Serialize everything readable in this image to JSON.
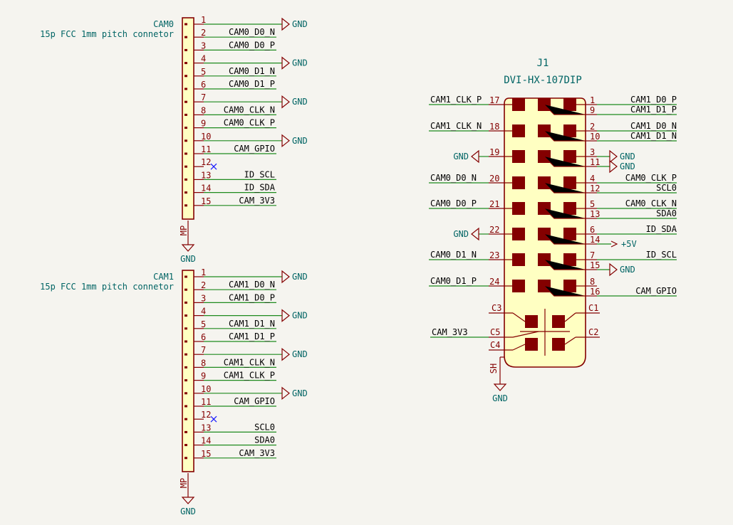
{
  "connectors": [
    {
      "ref": "CAM0",
      "value": "15p FCC 1mm pitch connetor",
      "mp_label": "MP",
      "ground_label": "GND",
      "pins": [
        {
          "num": "1",
          "net": "GND",
          "kind": "gnd"
        },
        {
          "num": "2",
          "net": "CAM0_D0_N",
          "kind": "net"
        },
        {
          "num": "3",
          "net": "CAM0_D0_P",
          "kind": "net"
        },
        {
          "num": "4",
          "net": "GND",
          "kind": "gnd"
        },
        {
          "num": "5",
          "net": "CAM0_D1_N",
          "kind": "net"
        },
        {
          "num": "6",
          "net": "CAM0_D1_P",
          "kind": "net"
        },
        {
          "num": "7",
          "net": "GND",
          "kind": "gnd"
        },
        {
          "num": "8",
          "net": "CAM0_CLK_N",
          "kind": "net"
        },
        {
          "num": "9",
          "net": "CAM0_CLK_P",
          "kind": "net"
        },
        {
          "num": "10",
          "net": "GND",
          "kind": "gnd"
        },
        {
          "num": "11",
          "net": "CAM_GPIO",
          "kind": "net"
        },
        {
          "num": "12",
          "net": "",
          "kind": "nc"
        },
        {
          "num": "13",
          "net": "ID_SCL",
          "kind": "net"
        },
        {
          "num": "14",
          "net": "ID_SDA",
          "kind": "net"
        },
        {
          "num": "15",
          "net": "CAM_3V3",
          "kind": "net"
        }
      ]
    },
    {
      "ref": "CAM1",
      "value": "15p FCC 1mm pitch connetor",
      "mp_label": "MP",
      "ground_label": "GND",
      "pins": [
        {
          "num": "1",
          "net": "GND",
          "kind": "gnd"
        },
        {
          "num": "2",
          "net": "CAM1_D0_N",
          "kind": "net"
        },
        {
          "num": "3",
          "net": "CAM1_D0_P",
          "kind": "net"
        },
        {
          "num": "4",
          "net": "GND",
          "kind": "gnd"
        },
        {
          "num": "5",
          "net": "CAM1_D1_N",
          "kind": "net"
        },
        {
          "num": "6",
          "net": "CAM1_D1_P",
          "kind": "net"
        },
        {
          "num": "7",
          "net": "GND",
          "kind": "gnd"
        },
        {
          "num": "8",
          "net": "CAM1_CLK_N",
          "kind": "net"
        },
        {
          "num": "9",
          "net": "CAM1_CLK_P",
          "kind": "net"
        },
        {
          "num": "10",
          "net": "GND",
          "kind": "gnd"
        },
        {
          "num": "11",
          "net": "CAM_GPIO",
          "kind": "net"
        },
        {
          "num": "12",
          "net": "",
          "kind": "nc"
        },
        {
          "num": "13",
          "net": "SCL0",
          "kind": "net"
        },
        {
          "num": "14",
          "net": "SDA0",
          "kind": "net"
        },
        {
          "num": "15",
          "net": "CAM_3V3",
          "kind": "net"
        }
      ]
    }
  ],
  "dvi": {
    "ref": "J1",
    "value": "DVI-HX-107DIP",
    "sh_label": "SH",
    "ground_label": "GND",
    "left_pins": [
      {
        "num": "17",
        "net": "CAM1_CLK_P",
        "kind": "net"
      },
      {
        "num": "18",
        "net": "CAM1_CLK_N",
        "kind": "net"
      },
      {
        "num": "19",
        "net": "GND",
        "kind": "gnd"
      },
      {
        "num": "20",
        "net": "CAM0_D0_N",
        "kind": "net"
      },
      {
        "num": "21",
        "net": "CAM0_D0_P",
        "kind": "net"
      },
      {
        "num": "22",
        "net": "GND",
        "kind": "gnd"
      },
      {
        "num": "23",
        "net": "CAM0_D1_N",
        "kind": "net"
      },
      {
        "num": "24",
        "net": "CAM0_D1_P",
        "kind": "net"
      }
    ],
    "right_pins": [
      {
        "num": "1",
        "net": "CAM1_D0_P",
        "kind": "net"
      },
      {
        "num": "9",
        "net": "CAM1_D1_P",
        "kind": "net"
      },
      {
        "num": "2",
        "net": "CAM1_D0_N",
        "kind": "net"
      },
      {
        "num": "10",
        "net": "CAM1_D1_N",
        "kind": "net"
      },
      {
        "num": "3",
        "net": "GND",
        "kind": "gnd"
      },
      {
        "num": "11",
        "net": "GND",
        "kind": "gnd"
      },
      {
        "num": "4",
        "net": "CAM0_CLK_P",
        "kind": "net"
      },
      {
        "num": "12",
        "net": "SCL0",
        "kind": "net"
      },
      {
        "num": "5",
        "net": "CAM0_CLK_N",
        "kind": "net"
      },
      {
        "num": "13",
        "net": "SDA0",
        "kind": "net"
      },
      {
        "num": "6",
        "net": "ID_SDA",
        "kind": "net"
      },
      {
        "num": "14",
        "net": "+5V",
        "kind": "pwr"
      },
      {
        "num": "7",
        "net": "ID_SCL",
        "kind": "net"
      },
      {
        "num": "15",
        "net": "GND",
        "kind": "gnd"
      },
      {
        "num": "8",
        "net": "",
        "kind": "none"
      },
      {
        "num": "16",
        "net": "CAM_GPIO",
        "kind": "net"
      }
    ],
    "c_pins": [
      {
        "num": "C3",
        "net": "",
        "kind": "none"
      },
      {
        "num": "C1",
        "net": "",
        "kind": "none"
      },
      {
        "num": "C5",
        "net": "CAM_3V3",
        "kind": "net"
      },
      {
        "num": "C2",
        "net": "",
        "kind": "none"
      },
      {
        "num": "C4",
        "net": "",
        "kind": "none"
      }
    ]
  },
  "colors": {
    "background": "#f5f4ef",
    "wire": "#1e8a1e",
    "symbol": "#840000",
    "body_fill": "#ffffc2",
    "power": "#006464",
    "no_connect": "#1a1aff"
  }
}
